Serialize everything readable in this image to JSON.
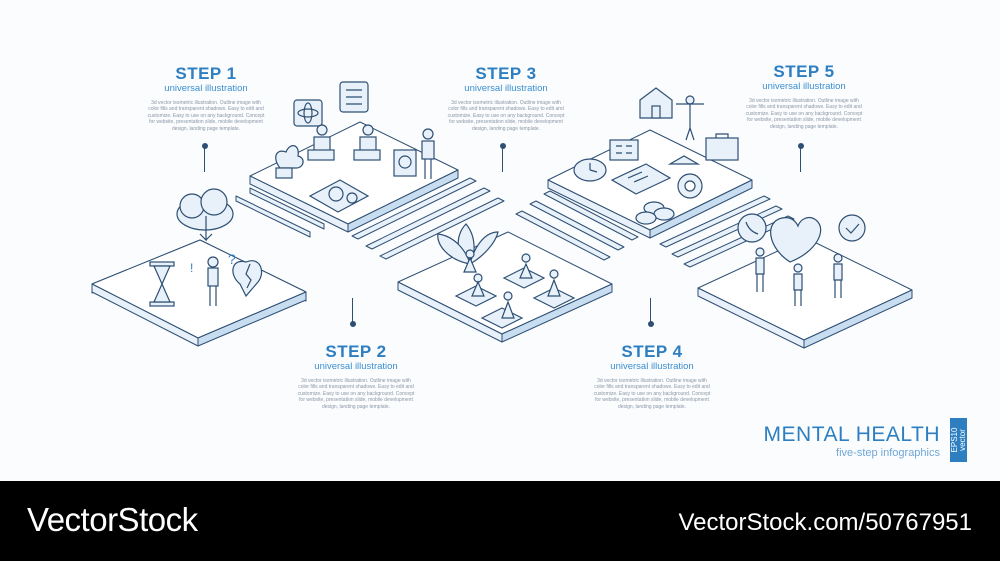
{
  "steps": [
    {
      "title": "STEP 1",
      "subtitle": "universal illustration",
      "description": "3d vector isometric illustration. Outline image with color fills and transparent shadows. Easy to edit and customize. Easy to use on any background. Concept for website, presentation slide, mobile development design, landing page template."
    },
    {
      "title": "STEP 2",
      "subtitle": "universal illustration",
      "description": "3d vector isometric illustration. Outline image with color fills and transparent shadows. Easy to edit and customize. Easy to use on any background. Concept for website, presentation slide, mobile development design, landing page template."
    },
    {
      "title": "STEP 3",
      "subtitle": "universal illustration",
      "description": "3d vector isometric illustration. Outline image with color fills and transparent shadows. Easy to edit and customize. Easy to use on any background. Concept for website, presentation slide, mobile development design, landing page template."
    },
    {
      "title": "STEP 4",
      "subtitle": "universal illustration",
      "description": "3d vector isometric illustration. Outline image with color fills and transparent shadows. Easy to edit and customize. Easy to use on any background. Concept for website, presentation slide, mobile development design, landing page template."
    },
    {
      "title": "STEP 5",
      "subtitle": "universal illustration",
      "description": "3d vector isometric illustration. Outline image with color fills and transparent shadows. Easy to edit and customize. Easy to use on any background. Concept for website, presentation slide, mobile development design, landing page template."
    }
  ],
  "headline": {
    "title": "MENTAL HEALTH",
    "subtitle": "five-step infographics"
  },
  "badge": {
    "line1": "EPS10",
    "line2": "vector"
  },
  "footer": {
    "brand": "VectorStock",
    "reference": "VectorStock.com/50767951"
  },
  "colors": {
    "accent": "#2d7fc1",
    "outline": "#2d4f73",
    "fill_light": "#e8f1fa",
    "footer_bg": "#000000"
  }
}
